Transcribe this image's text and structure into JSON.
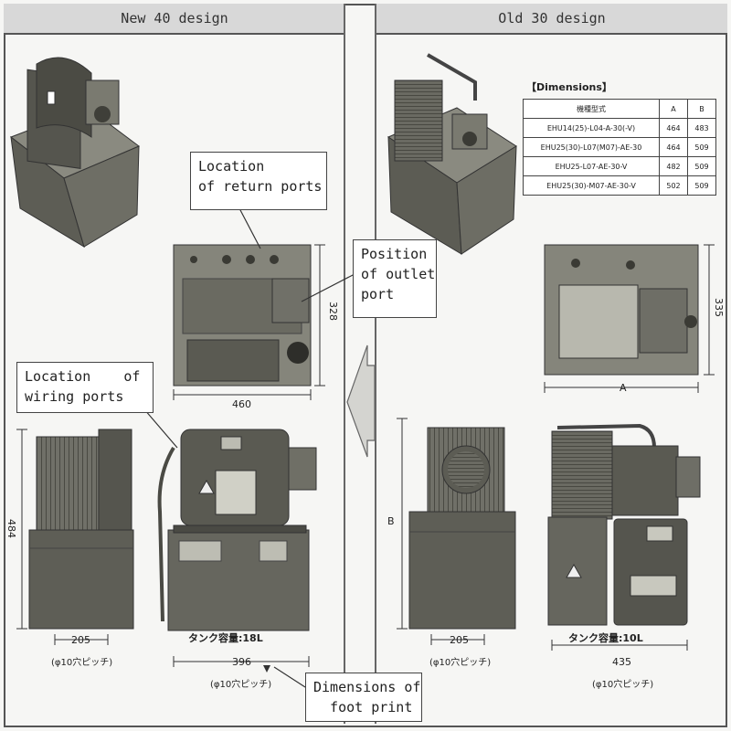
{
  "header": {
    "left_title": "New 40 design",
    "right_title": "Old 30 design"
  },
  "callouts": {
    "return_ports": "Location\nof return ports",
    "outlet_port": "Position\nof outlet\nport",
    "wiring_ports": "Location    of\nwiring ports",
    "foot_print": "Dimensions of\n  foot print"
  },
  "new_design": {
    "top_width": "460",
    "top_depth": "328",
    "height": "484",
    "side_pitch": "205",
    "side_pitch_note": "(φ10穴ピッチ)",
    "front_pitch": "396",
    "front_pitch_note": "(φ10穴ピッチ)",
    "tank_capacity": "タンク容量:18L"
  },
  "old_design": {
    "top_width": "A",
    "top_depth": "335",
    "height": "B",
    "side_pitch": "205",
    "side_pitch_note": "(φ10穴ピッチ)",
    "front_pitch": "435",
    "front_pitch_note": "(φ10穴ピッチ)",
    "tank_capacity": "タンク容量:10L"
  },
  "dimensions_table": {
    "title": "【Dimensions】",
    "headers": [
      "機種型式",
      "A",
      "B"
    ],
    "rows": [
      [
        "EHU14(25)-L04-A-30(-V)",
        "464",
        "483"
      ],
      [
        "EHU25(30)-L07(M07)-AE-30",
        "464",
        "509"
      ],
      [
        "EHU25-L07-AE-30-V",
        "482",
        "509"
      ],
      [
        "EHU25(30)-M07-AE-30-V",
        "502",
        "509"
      ]
    ]
  },
  "colors": {
    "machine": "#6f6f66",
    "machine_dark": "#45453f",
    "machine_light": "#9a9a90",
    "header_bg": "#d8d8d8"
  }
}
